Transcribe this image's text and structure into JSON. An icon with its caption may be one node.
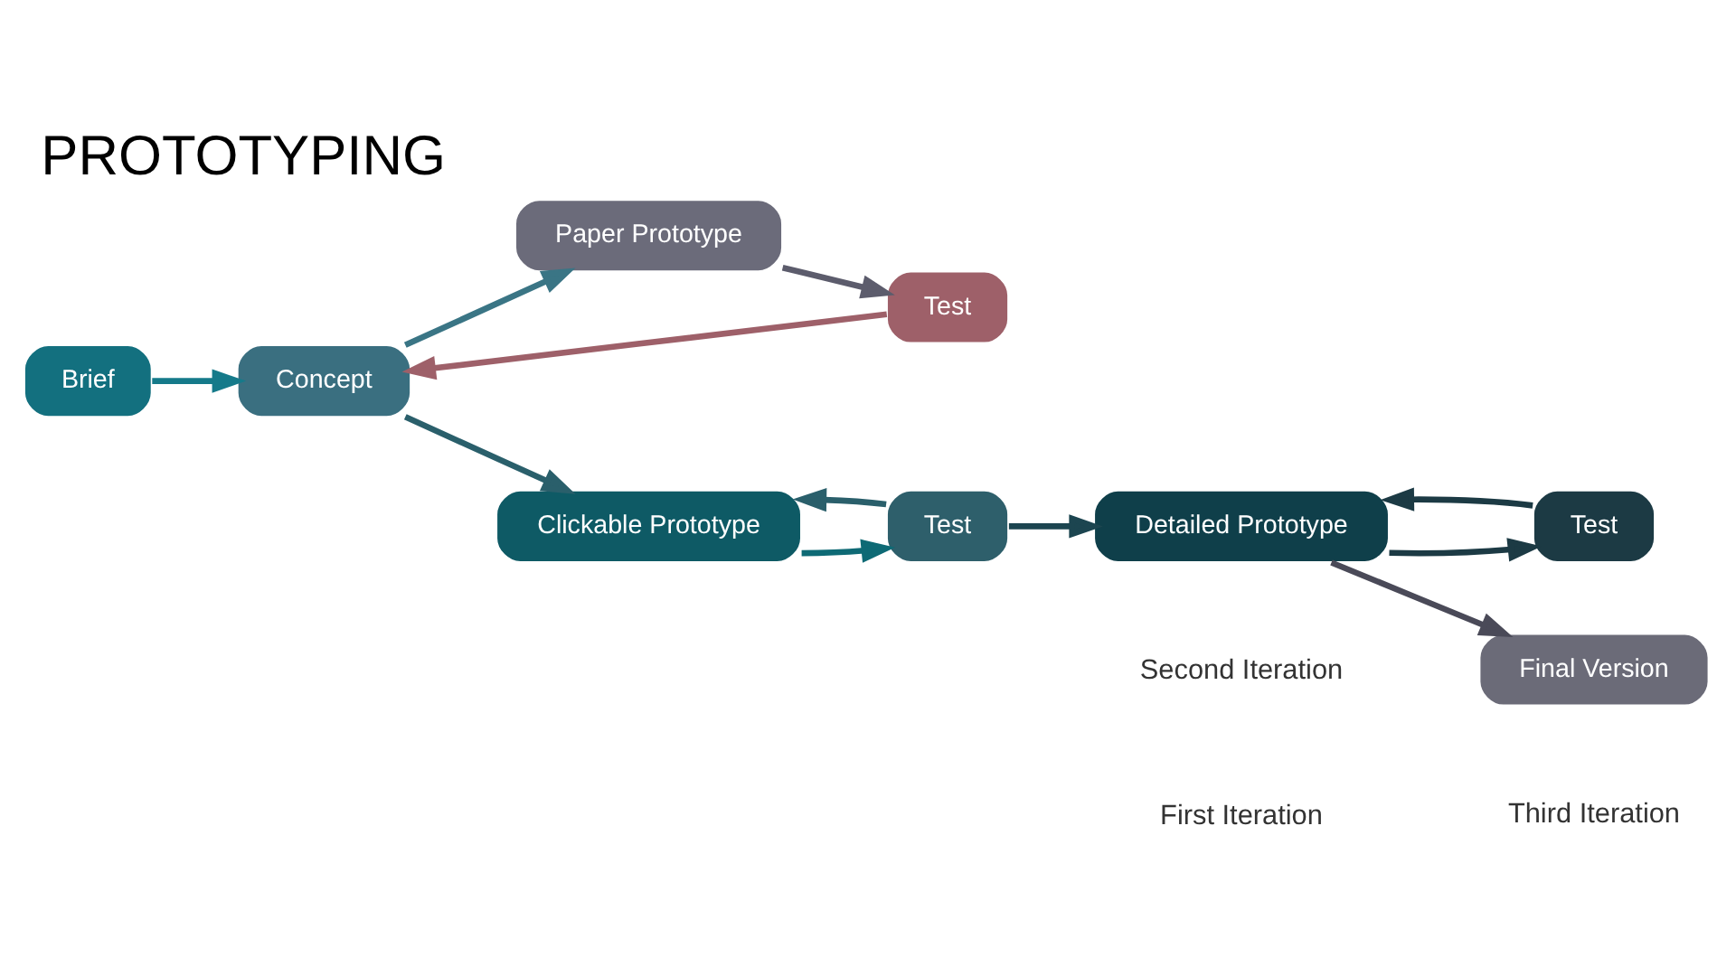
{
  "diagram": {
    "title": "PROTOTYPING",
    "nodes": [
      {
        "text": [
          "Brief"
        ]
      },
      {
        "text": [
          "Concept"
        ]
      },
      {
        "text": [
          "Paper Prototype"
        ]
      },
      {
        "text": [
          "Test"
        ]
      },
      {
        "text": [
          "Clickable Prototype"
        ]
      },
      {
        "text": [
          "Test"
        ]
      },
      {
        "text": [
          "Detailed Prototype"
        ]
      },
      {
        "text": [
          "Test"
        ]
      },
      {
        "text": [
          "Final Version"
        ]
      }
    ],
    "edges": [
      {
        "from": 0,
        "to": 1,
        "arrow": "to",
        "color": "#157a8a"
      },
      {
        "from": 1,
        "to": 2,
        "arrow": "to",
        "color": "#3a7585"
      },
      {
        "from": 2,
        "to": 3,
        "arrow": "to",
        "color": "#5c5c6c"
      },
      {
        "from": 3,
        "to": 1,
        "arrow": "to",
        "color": "#9e6069"
      },
      {
        "from": 1,
        "to": 4,
        "arrow": "to",
        "color": "#2a5f6b"
      },
      {
        "from": 5,
        "to": 4,
        "arrow": "to",
        "color": "#2a5f6b"
      },
      {
        "from": 4,
        "to": 5,
        "arrow": "to",
        "color": "#0e6a75"
      },
      {
        "from": 5,
        "to": 6,
        "arrow": "to",
        "color": "#1c4550"
      },
      {
        "from": 6,
        "to": 7,
        "arrow": "to",
        "color": "#1c3a44"
      },
      {
        "from": 7,
        "to": 6,
        "arrow": "to",
        "color": "#1c3a44"
      },
      {
        "from": 6,
        "to": 8,
        "arrow": "to",
        "color": "#4a4a58"
      }
    ],
    "labels": [
      "First Iteration",
      "Second Iteration",
      "Third Iteration"
    ]
  }
}
